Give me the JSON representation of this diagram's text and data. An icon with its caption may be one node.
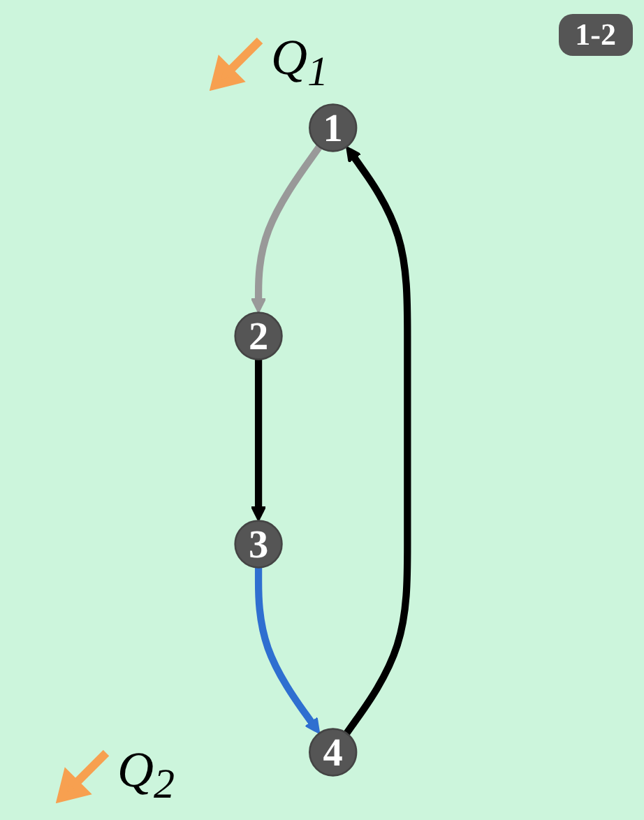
{
  "diagram": {
    "nodes": [
      {
        "text": [
          "1"
        ]
      },
      {
        "text": [
          "2"
        ]
      },
      {
        "text": [
          "3"
        ]
      },
      {
        "text": [
          "4"
        ]
      }
    ],
    "edges": [
      {
        "from": 0,
        "to": 1,
        "arrow": "to",
        "color": "#999999"
      },
      {
        "from": 1,
        "to": 2,
        "arrow": "to"
      },
      {
        "from": 2,
        "to": 3,
        "arrow": "to",
        "color": "#2f6fd0"
      },
      {
        "from": 3,
        "to": 0,
        "arrow": "to"
      }
    ],
    "labels": [
      "1-2",
      "Q$_{1}$",
      "Q$_{2}$"
    ]
  }
}
